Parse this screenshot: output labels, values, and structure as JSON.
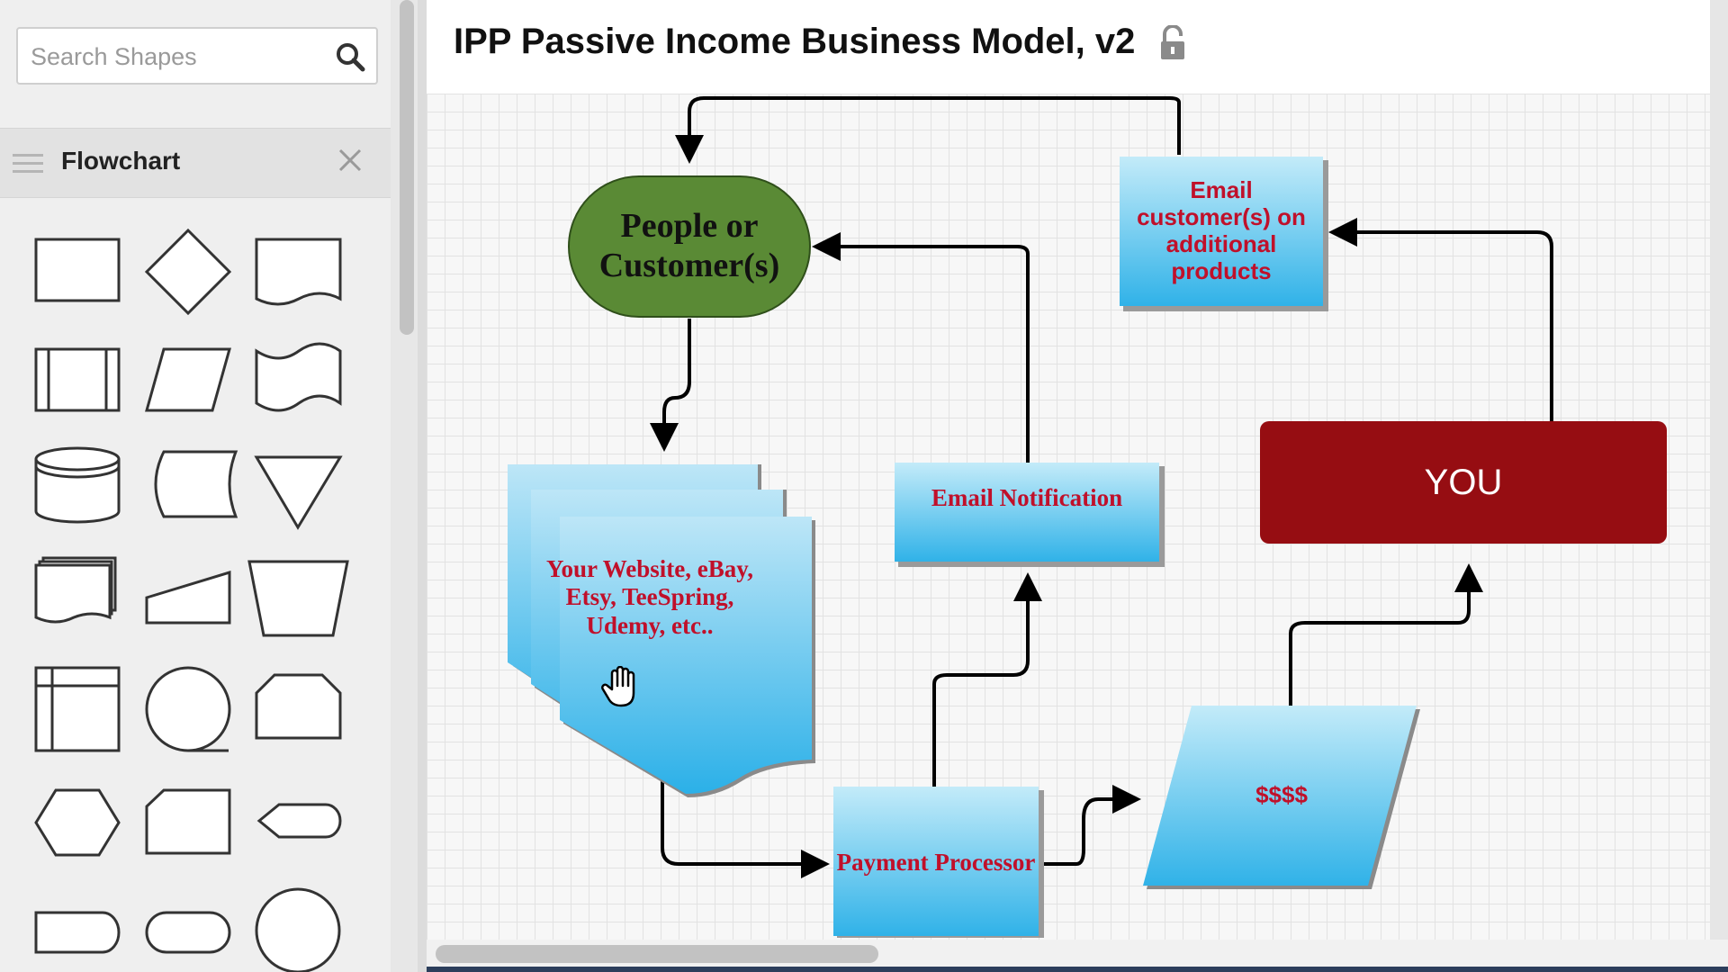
{
  "sidebar": {
    "search_placeholder": "Search Shapes",
    "section_title": "Flowchart",
    "icons": {
      "search": "search-icon",
      "drag": "drag-handle-icon",
      "close": "close-icon"
    }
  },
  "document": {
    "title": "IPP Passive Income Business Model, v2",
    "lock_icon": "lock-open-icon"
  },
  "diagram": {
    "nodes": {
      "people": "People or Customer(s)",
      "email_customers": "Email customer(s) on additional products",
      "website": "Your Website, eBay, Etsy, TeeSpring, Udemy, etc..",
      "email_notification": "Email Notification",
      "you": "YOU",
      "payment": "Payment Processor",
      "money": "$$$$"
    }
  },
  "colors": {
    "green_node": "#5a8a35",
    "you_node": "#960d12",
    "light_blue": "#bfe8f7",
    "blue": "#33b5ea",
    "label_red": "#c0102a",
    "arrow": "#000000"
  }
}
